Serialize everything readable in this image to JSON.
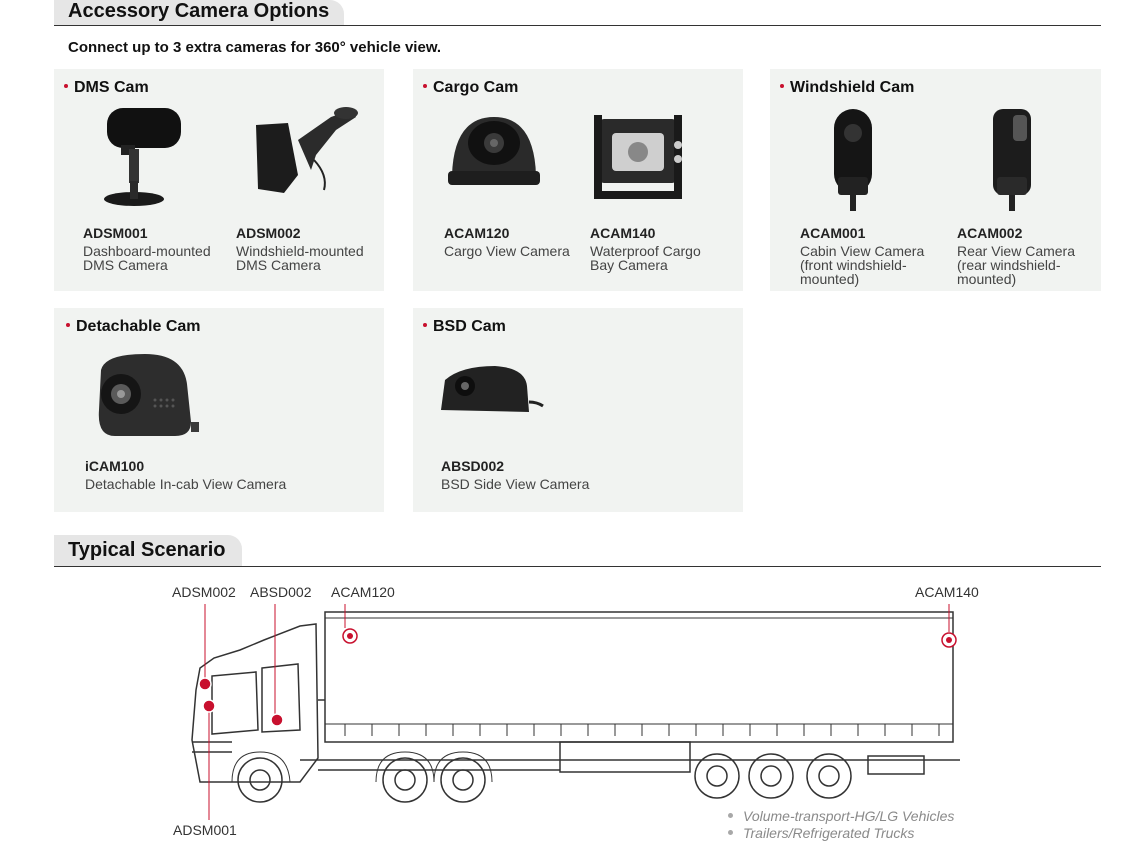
{
  "header": {
    "title": "Accessory Camera Options",
    "subtitle": "Connect up to 3 extra cameras for 360° vehicle view."
  },
  "cards": [
    {
      "title": "DMS Cam",
      "products": [
        {
          "code": "ADSM001",
          "desc": [
            "Dashboard-mounted",
            "DMS Camera"
          ],
          "icon": "dashboard-dms-camera-icon"
        },
        {
          "code": "ADSM002",
          "desc": [
            "Windshield-mounted",
            "DMS Camera"
          ],
          "icon": "windshield-dms-camera-icon"
        }
      ]
    },
    {
      "title": "Cargo Cam",
      "products": [
        {
          "code": "ACAM120",
          "desc": [
            "Cargo View Camera"
          ],
          "icon": "dome-camera-icon"
        },
        {
          "code": "ACAM140",
          "desc": [
            "Waterproof Cargo",
            "Bay Camera"
          ],
          "icon": "bracket-camera-icon"
        }
      ]
    },
    {
      "title": "Windshield Cam",
      "products": [
        {
          "code": "ACAM001",
          "desc": [
            "Cabin View Camera",
            "(front windshield-",
            "mounted)"
          ],
          "icon": "cabin-camera-icon"
        },
        {
          "code": "ACAM002",
          "desc": [
            "Rear View Camera",
            "(rear windshield-",
            "mounted)"
          ],
          "icon": "rear-camera-icon"
        }
      ]
    },
    {
      "title": "Detachable Cam",
      "products": [
        {
          "code": "iCAM100",
          "desc": [
            "Detachable In-cab View Camera"
          ],
          "icon": "detachable-camera-icon"
        }
      ]
    },
    {
      "title": "BSD Cam",
      "products": [
        {
          "code": "ABSD002",
          "desc": [
            "BSD Side View Camera"
          ],
          "icon": "side-view-camera-icon"
        }
      ]
    }
  ],
  "scenario": {
    "title": "Typical Scenario",
    "labels": {
      "adsm002": "ADSM002",
      "absd002": "ABSD002",
      "acam120": "ACAM120",
      "acam140": "ACAM140",
      "adsm001": "ADSM001"
    },
    "bullets": [
      "Volume-transport-HG/LG Vehicles",
      "Trailers/Refrigerated Trucks"
    ]
  },
  "colors": {
    "accent": "#c8102e",
    "card_bg": "#f1f3f1",
    "tab_bg": "#e6e6e6"
  }
}
